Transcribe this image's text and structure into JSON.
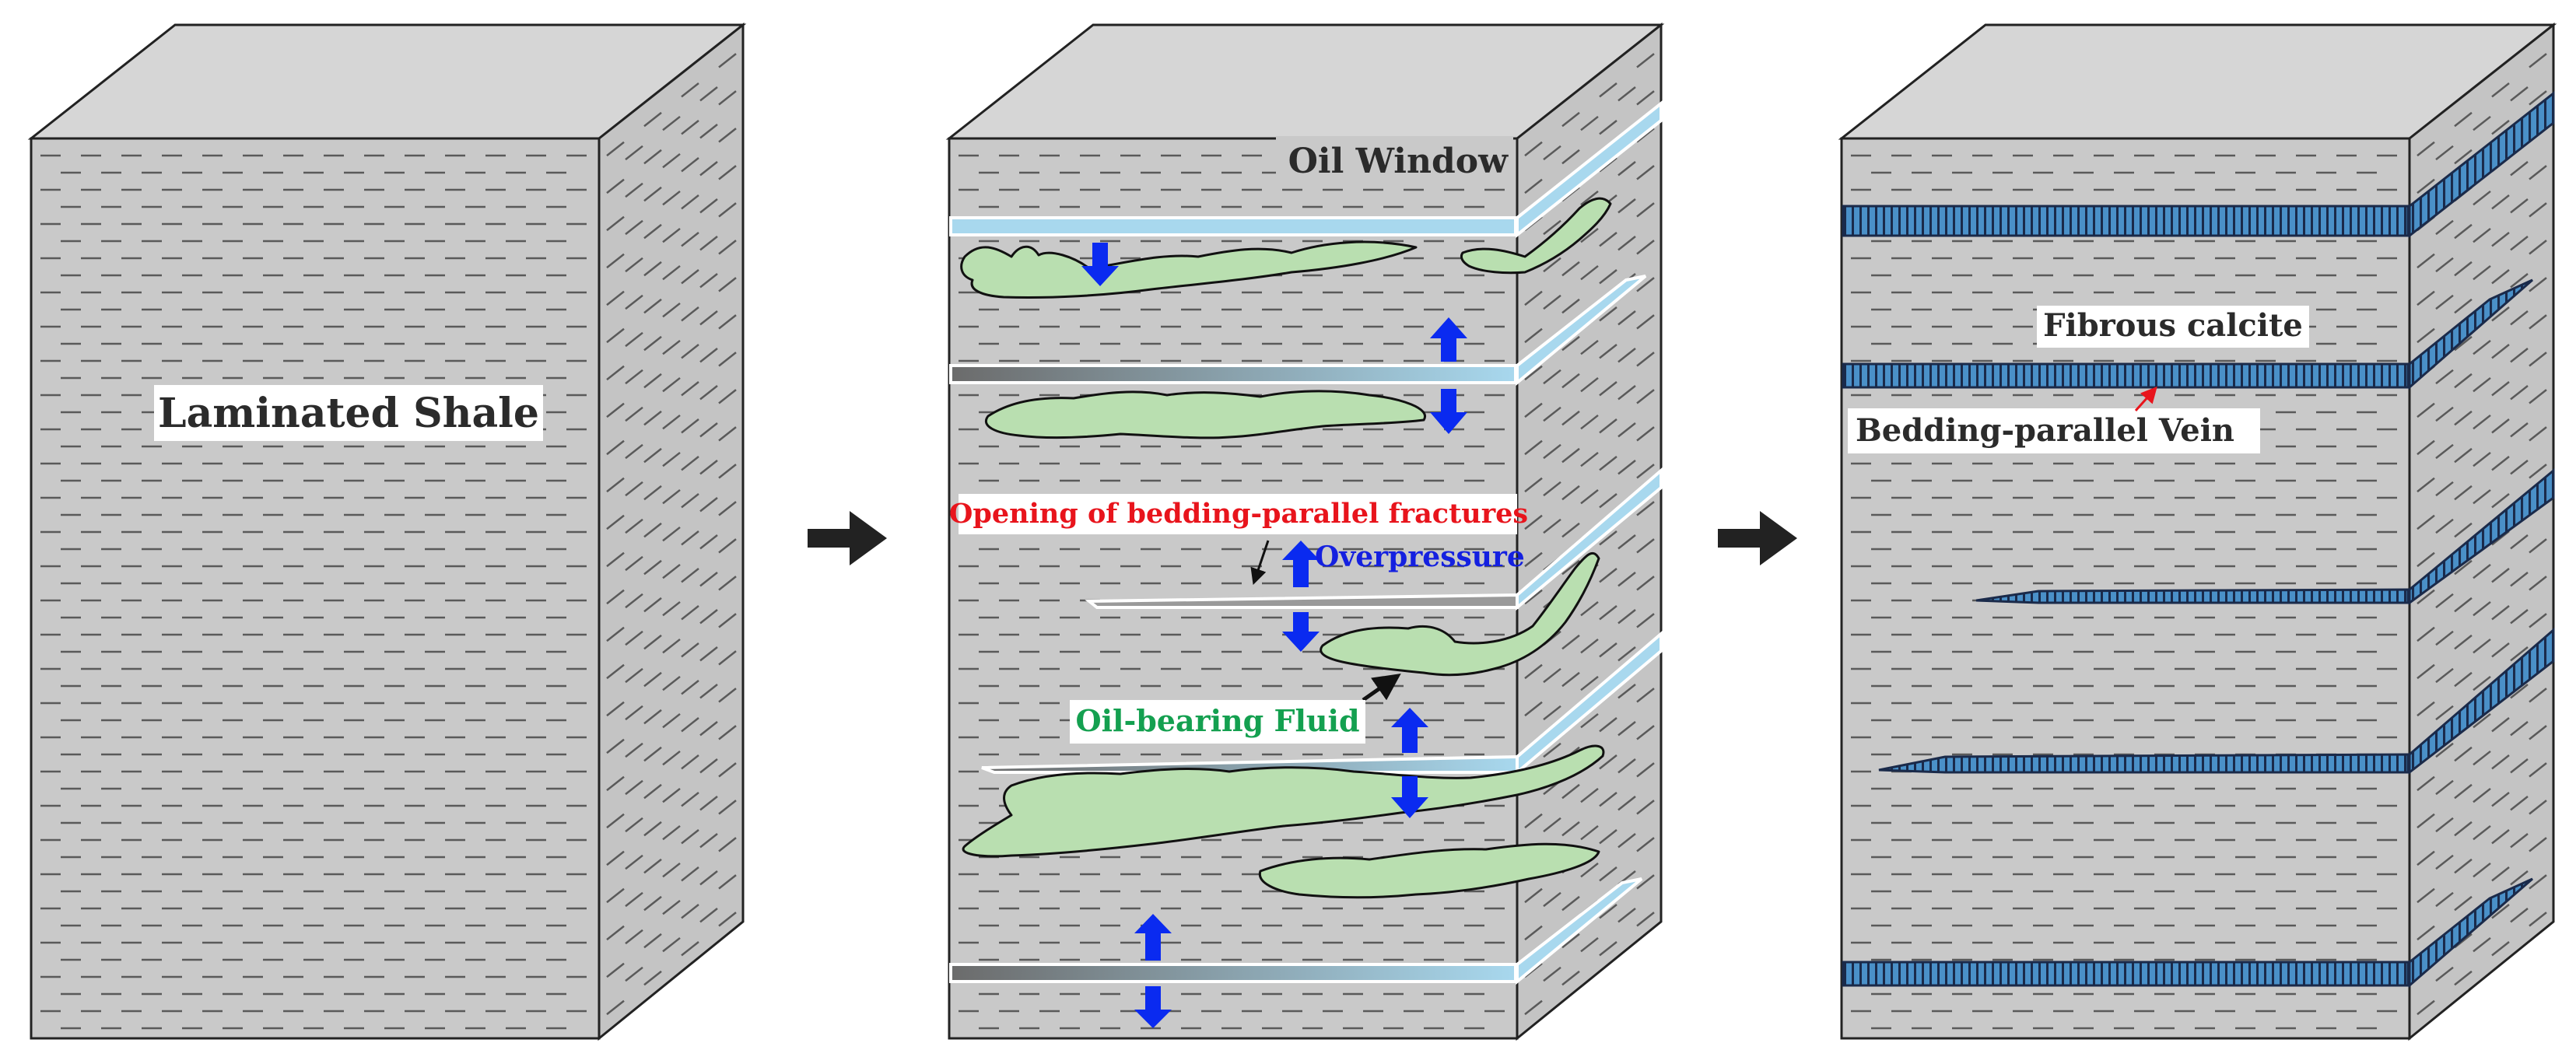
{
  "panels": [
    {
      "label": "Laminated Shale"
    },
    {
      "labels": {
        "oil_window": "Oil Window",
        "opening": "Opening of bedding-parallel fractures",
        "overpressure": "Overpressure",
        "fluid": "Oil-bearing Fluid"
      }
    },
    {
      "labels": {
        "fibrous": "Fibrous calcite",
        "vein": "Bedding-parallel Vein"
      }
    }
  ],
  "colors": {
    "rock_face": "#c9c9c9",
    "rock_top": "#d6d6d6",
    "rock_side": "#c4c4c4",
    "lamination": "#5a5a5a",
    "fracture_fill": "#a8d8ee",
    "oil_fluid": "#b9dfb0",
    "pressure_arrow": "#0a2af0",
    "vein_fill": "#4a90c8",
    "vein_dark": "#1a2a4a",
    "text_red": "#e8141c",
    "text_blue": "#1420e0",
    "text_green": "#14a050",
    "text_dark": "#2b2b2b"
  }
}
